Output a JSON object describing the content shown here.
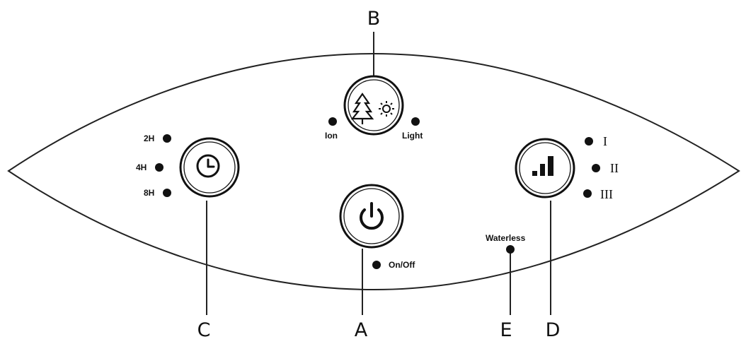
{
  "callouts": {
    "a": "A",
    "b": "B",
    "c": "C",
    "d": "D",
    "e": "E"
  },
  "timer": {
    "options": [
      "2H",
      "4H",
      "8H"
    ],
    "icon": "clock-icon"
  },
  "function": {
    "ion_label": "Ion",
    "light_label": "Light",
    "icons": [
      "tree-icon",
      "sun-icon"
    ]
  },
  "power": {
    "label": "On/Off",
    "icon": "power-icon"
  },
  "speed": {
    "levels": [
      "I",
      "II",
      "III"
    ],
    "icon": "signal-bars-icon"
  },
  "waterless": {
    "label": "Waterless"
  }
}
